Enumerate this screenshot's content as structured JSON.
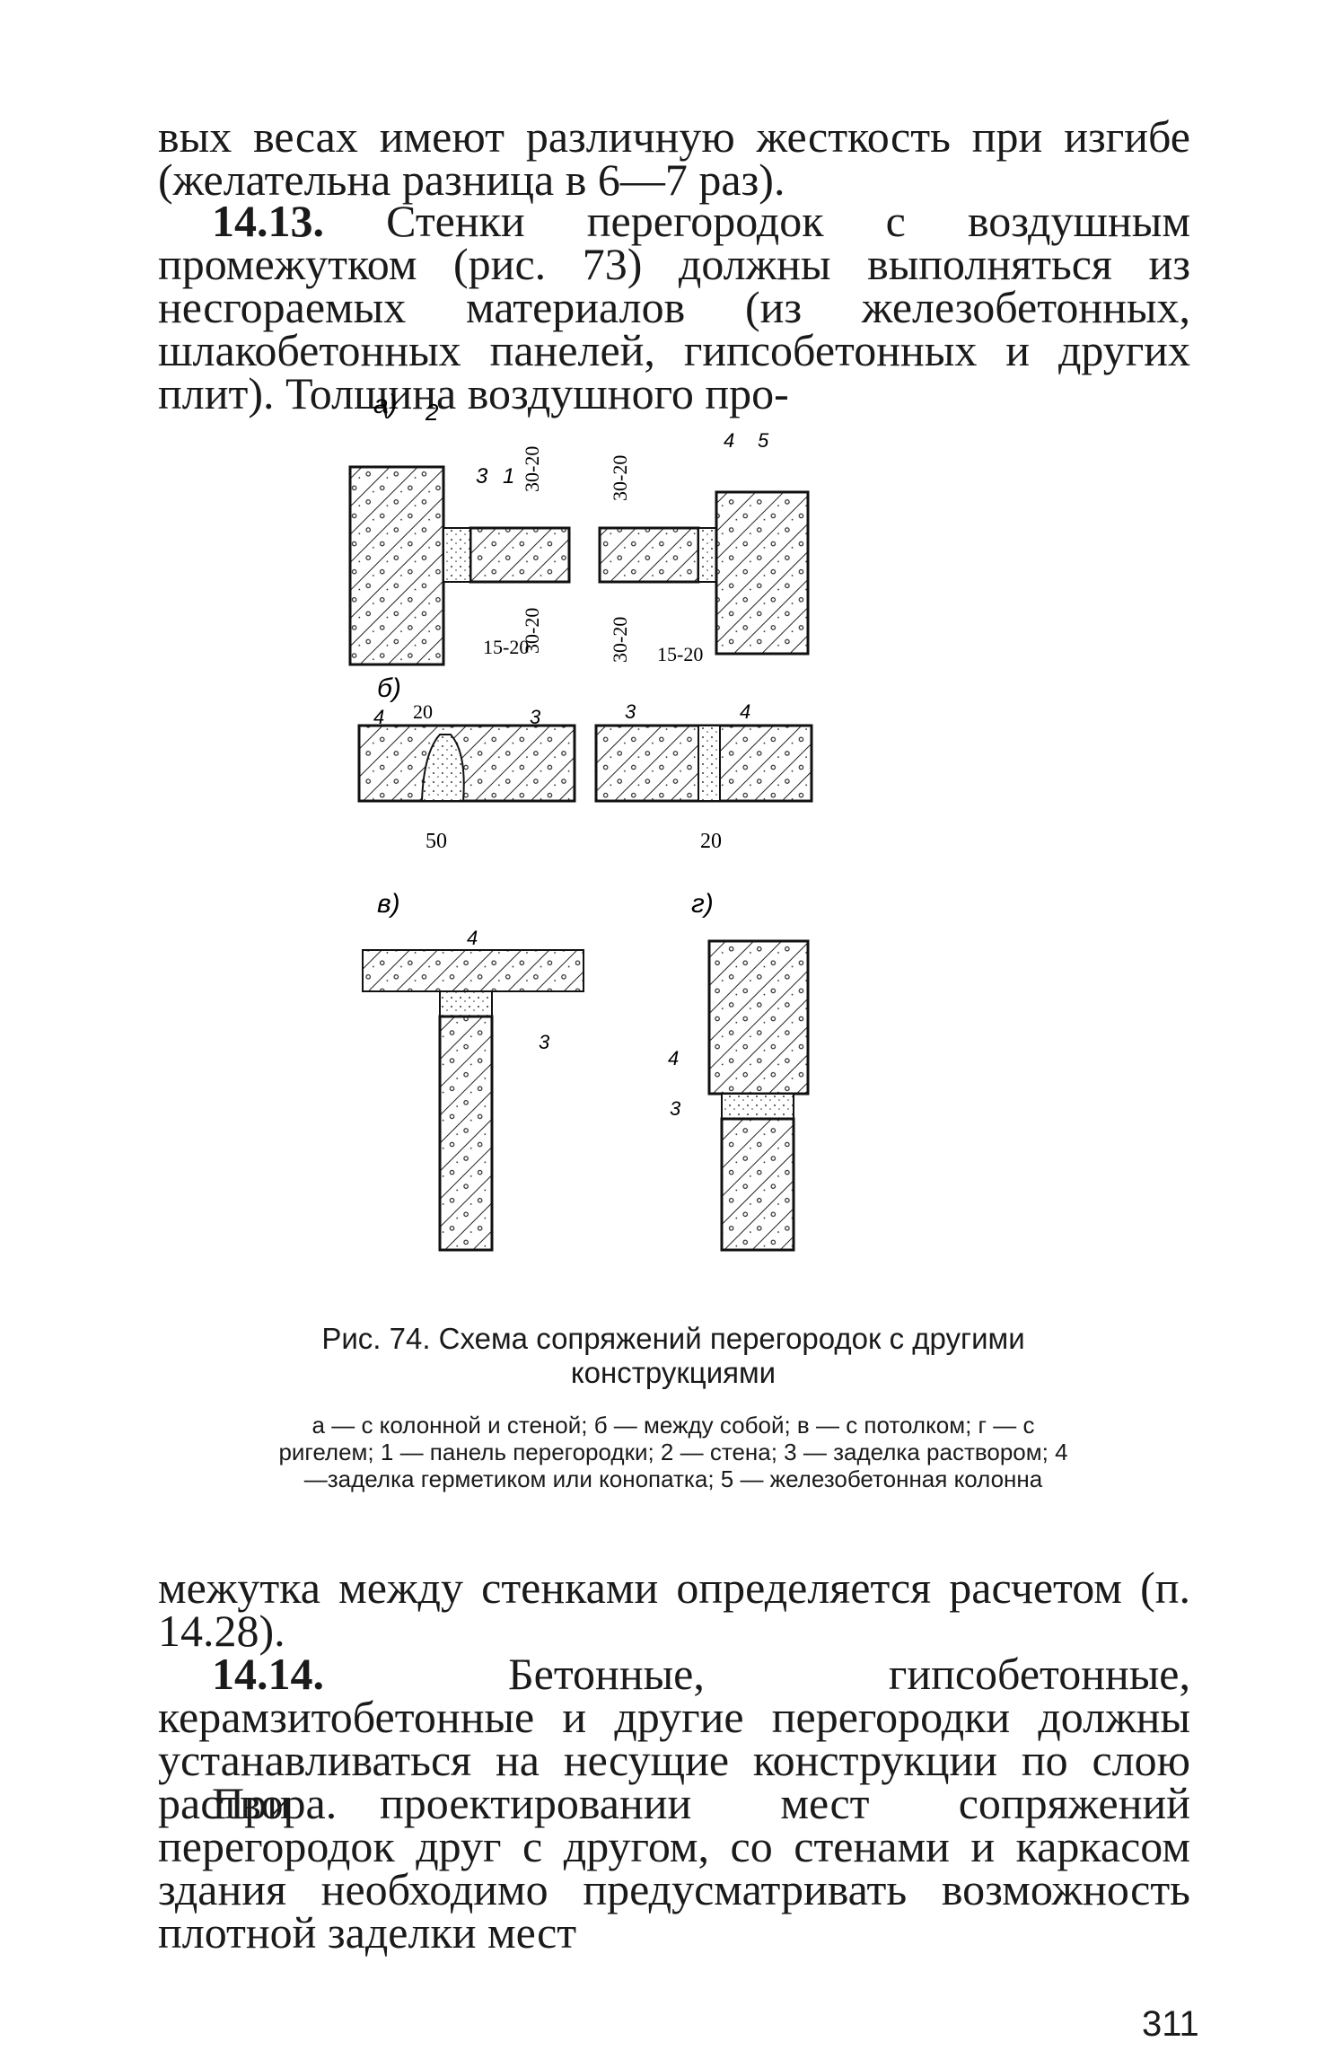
{
  "paragraphs": {
    "p1": "вых весах имеют различную жесткость при изгибе (желательна разница в 6—7 раз).",
    "p2_num": "14.13.",
    "p2_text": " Стенки перегородок с воздушным промежутком (рис. 73) должны выполняться из несгораемых материалов (из железобетонных, шлакобетонных панелей, гипсобетонных и других плит). Толщина воздушного про-",
    "p3": "межутка между стенками определяется расчетом (п. 14.28).",
    "p4_num": "14.14.",
    "p4_text": " Бетонные, гипсобетонные, керамзитобетонные и другие перегородки должны устанавливаться на несущие конструкции по слою раствора.",
    "p5": "При проектировании мест сопряжений перегородок друг с другом, со стенами и каркасом здания необходимо предусматривать возможность плотной заделки мест"
  },
  "figure": {
    "panels": [
      "а)",
      "б)",
      "в)",
      "г)"
    ],
    "labels_a": {
      "n2": "2",
      "n3": "3",
      "n1": "1",
      "n4": "4",
      "n5": "5"
    },
    "dims_a": {
      "d1": "30-20",
      "d2": "30-20",
      "d3": "15-20",
      "d4": "30-20",
      "d5": "30-20",
      "d6": "15-20"
    },
    "labels_b": {
      "n4": "4",
      "n3": "3",
      "d20": "20",
      "d50": "50",
      "n3b": "3",
      "n4b": "4",
      "d20b": "20"
    },
    "labels_v": {
      "n4": "4",
      "n3": "3"
    },
    "labels_g": {
      "n4": "4",
      "n3": "3"
    }
  },
  "caption": {
    "title": "Рис. 74. Схема сопряжений перегородок с другими конструкциями",
    "legend": "а — с колонной и стеной; б — между собой; в — с потолком; г — с ригелем; 1 — панель перегородки; 2 — стена; 3 — заделка раствором; 4—заделка герметиком или конопатка; 5 — железобетонная колонна"
  },
  "page_number": "311"
}
